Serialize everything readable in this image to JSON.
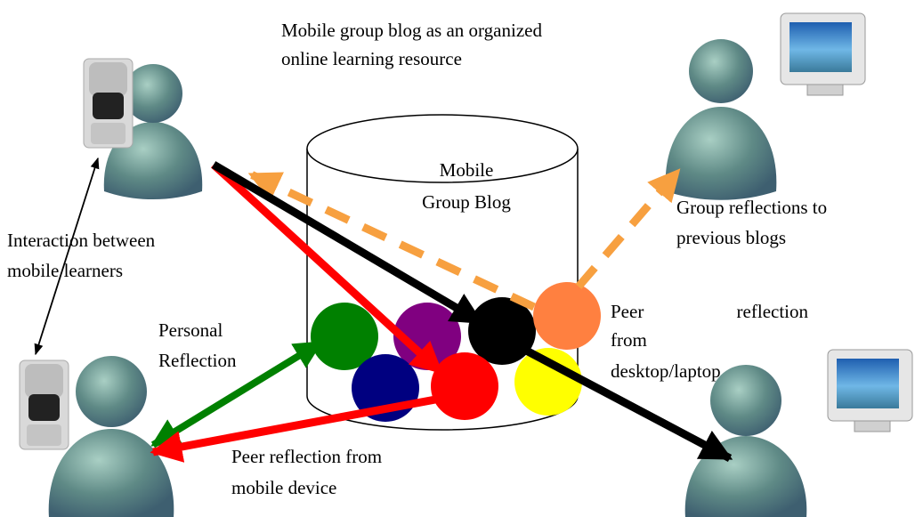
{
  "title": {
    "line1": "Mobile group blog as an organized",
    "line2": "online learning resource"
  },
  "blog": {
    "line1": "Mobile",
    "line2": "Group Blog"
  },
  "labels": {
    "interaction_line1": "Interaction  between",
    "interaction_line2": "mobile learners",
    "personal_line1": "Personal",
    "personal_line2": "Reflection",
    "group_line1": "Group reflections to",
    "group_line2": "previous blogs",
    "peer_desktop_word1": "Peer",
    "peer_desktop_word2": "reflection",
    "peer_desktop_line2": "from",
    "peer_desktop_line3": "desktop/laptop",
    "peer_mobile_line1": "Peer reflection from",
    "peer_mobile_line2": "mobile device"
  },
  "colors": {
    "learner_body": "#5f8a86",
    "learner_highlight": "#8fb8b0",
    "arrow_red": "#ff0000",
    "arrow_black": "#000000",
    "arrow_green": "#008000",
    "arrow_orange": "#f7a040",
    "ball_green": "#008000",
    "ball_purple": "#800080",
    "ball_black": "#000000",
    "ball_orange": "#ff8040",
    "ball_navy": "#000080",
    "ball_red": "#ff0000",
    "ball_yellow": "#ffff00",
    "monitor_screen": "#3a8fd0",
    "phone_body": "#c8c8c8"
  }
}
